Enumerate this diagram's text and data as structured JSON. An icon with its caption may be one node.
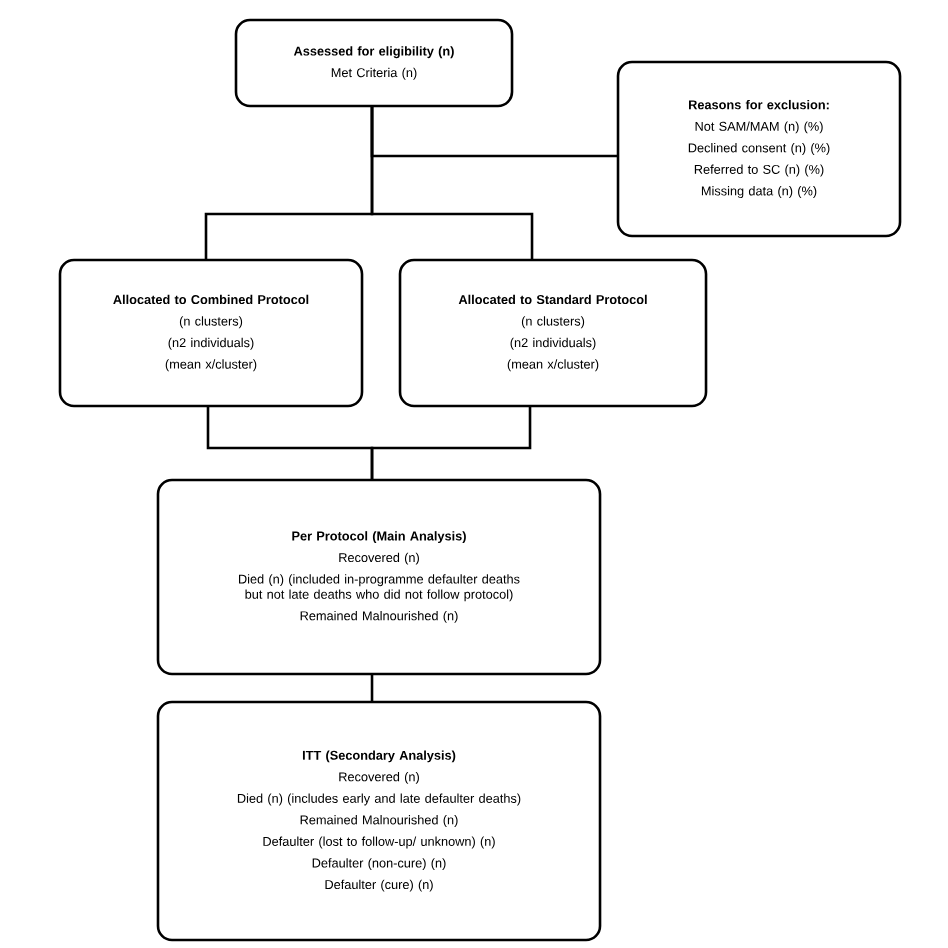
{
  "diagram": {
    "nodes": [
      {
        "text": [
          "Assessed for eligibility (n)",
          "Met Criteria (n)"
        ]
      },
      {
        "text": [
          "Reasons for exclusion:",
          "Not SAM/MAM (n) (%)",
          "Declined consent (n) (%)",
          "Referred to SC (n) (%)",
          "Missing data (n) (%)"
        ]
      },
      {
        "text": [
          "Allocated to Combined Protocol",
          "(n clusters)",
          "(n2  individuals)",
          "(mean x/cluster)"
        ]
      },
      {
        "text": [
          "Allocated to Standard Protocol",
          "(n clusters)",
          "(n2  individuals)",
          "(mean x/cluster)"
        ]
      },
      {
        "text": [
          "Per Protocol (Main Analysis)",
          "Recovered (n)",
          "Died (n) (included in-programme defaulter deaths but not late deaths who did not follow protocol)",
          "Remained Malnourished (n)"
        ]
      },
      {
        "text": [
          "ITT (Secondary Analysis)",
          "Recovered (n)",
          "Died (n) (includes early and late defaulter deaths)",
          "Remained Malnourished (n)",
          "Defaulter (lost to follow-up/ unknown) (n)",
          "Defaulter (non-cure) (n)",
          "Defaulter (cure) (n)"
        ]
      }
    ],
    "edges": [
      {
        "from": 0,
        "to": 1,
        "arrow": "none"
      },
      {
        "from": 0,
        "to": 2,
        "arrow": "none"
      },
      {
        "from": 0,
        "to": 3,
        "arrow": "none"
      },
      {
        "from": 2,
        "to": 4,
        "arrow": "none"
      },
      {
        "from": 3,
        "to": 4,
        "arrow": "none"
      },
      {
        "from": 4,
        "to": 5,
        "arrow": "none"
      }
    ]
  }
}
